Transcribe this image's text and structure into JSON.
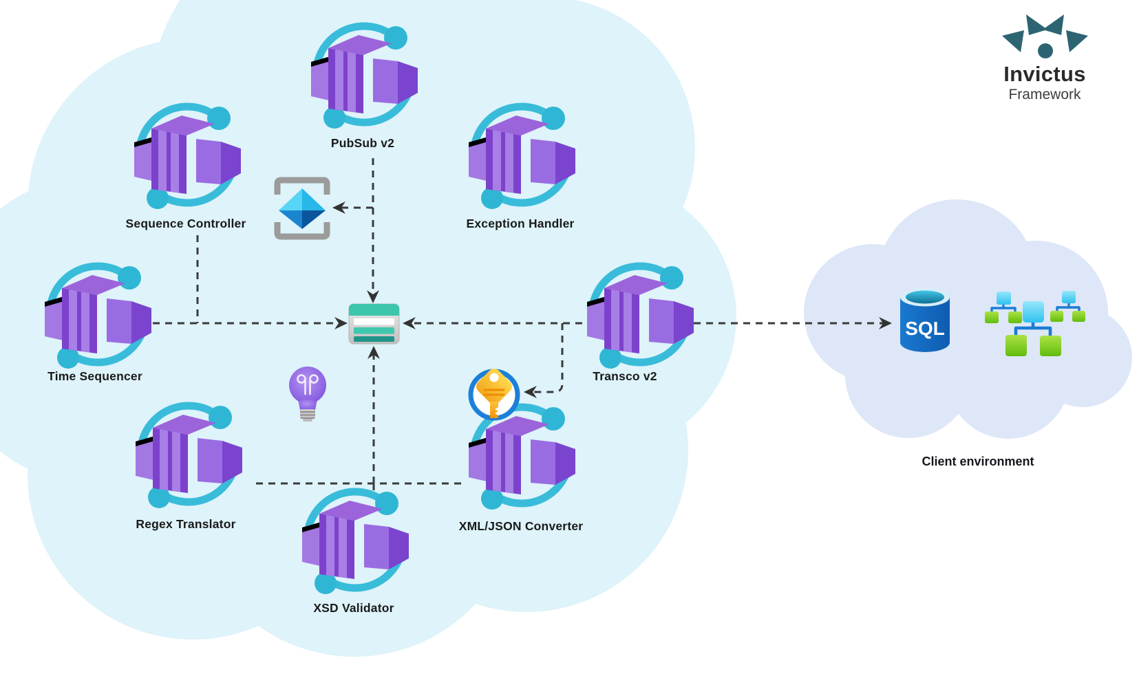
{
  "logo": {
    "brand": "Invictus",
    "subtitle": "Framework",
    "icon": "invictus-eye-logo",
    "color": "#2d6472"
  },
  "framework_cloud": {
    "background_color": "#def3fa",
    "nodes": [
      {
        "id": "pubsub-v2",
        "label": "PubSub v2",
        "icon": "container-service-icon"
      },
      {
        "id": "sequence-controller",
        "label": "Sequence Controller",
        "icon": "container-service-icon"
      },
      {
        "id": "exception-handler",
        "label": "Exception Handler",
        "icon": "container-service-icon"
      },
      {
        "id": "time-sequencer",
        "label": "Time Sequencer",
        "icon": "container-service-icon"
      },
      {
        "id": "transco-v2",
        "label": "Transco v2",
        "icon": "container-service-icon"
      },
      {
        "id": "regex-translator",
        "label": "Regex Translator",
        "icon": "container-service-icon"
      },
      {
        "id": "xml-json-converter",
        "label": "XML/JSON Converter",
        "icon": "container-service-icon"
      },
      {
        "id": "xsd-validator",
        "label": "XSD Validator",
        "icon": "container-service-icon"
      }
    ],
    "hub_icons": [
      "message-envelope-icon",
      "queue-icon",
      "lightbulb-icon",
      "key-icon"
    ]
  },
  "client_cloud": {
    "background_color": "#dde7f7",
    "label": "Client environment",
    "sql_label": "SQL",
    "icons": [
      "sql-database-icon",
      "org-hierarchy-icon"
    ]
  },
  "connector_style": {
    "color": "#3a3a3a",
    "pattern": "dashed",
    "arrowheads": true
  },
  "palette": {
    "orbit_cyan": "#39bcd9",
    "cube_purple": "#7d42cc",
    "cube_light": "#a478e2",
    "queue_teal": "#3ec6ad",
    "queue_dark_teal": "#20948a",
    "key_ring_blue": "#1d80d8",
    "key_gold": "#f6b320",
    "sql_blue": "#1268c5",
    "tree_green": "#7cc71e",
    "tree_cyan": "#45c9f1"
  }
}
